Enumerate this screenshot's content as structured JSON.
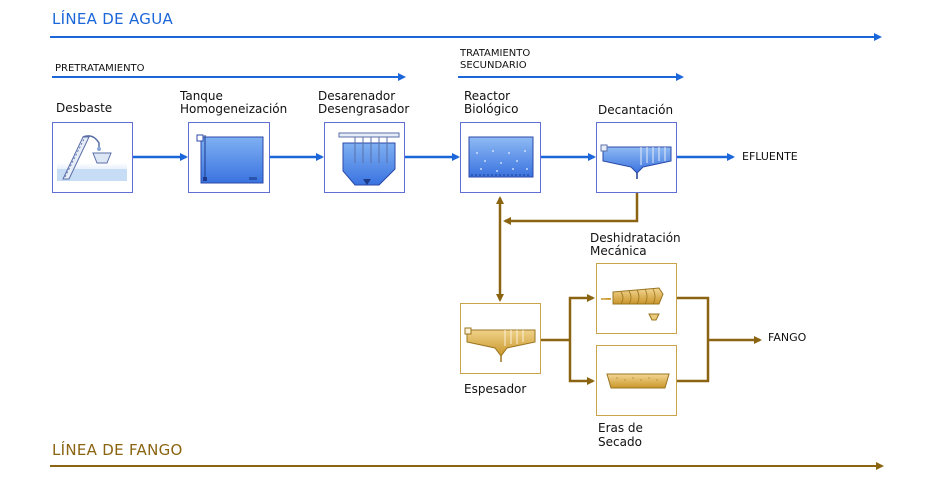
{
  "water_line": {
    "title": "LÍNEA DE AGUA",
    "pretreatment_label": "PRETRATAMIENTO",
    "secondary_label_1": "TRATAMIENTO",
    "secondary_label_2": "SECUNDARIO",
    "units": {
      "desbaste": "Desbaste",
      "tanque_1": "Tanque",
      "tanque_2": "Homogeneización",
      "desarenador_1": "Desarenador",
      "desarenador_2": "Desengrasador",
      "reactor_1": "Reactor",
      "reactor_2": "Biológico",
      "decantacion": "Decantación"
    },
    "output": "EFLUENTE",
    "color": "#1b66d8"
  },
  "sludge_line": {
    "title": "LÍNEA DE FANGO",
    "units": {
      "deshidratacion_1": "Deshidratación",
      "deshidratacion_2": "Mecánica",
      "espesador": "Espesador",
      "eras_1": "Eras de",
      "eras_2": "Secado"
    },
    "output": "FANGO",
    "color": "#8a6410"
  }
}
